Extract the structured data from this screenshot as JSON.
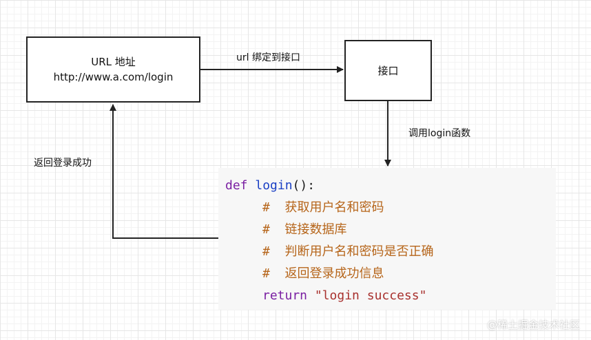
{
  "nodes": {
    "url_box": {
      "line1": "URL 地址",
      "line2": "http://www.a.com/login"
    },
    "api_box": {
      "label": "接口"
    }
  },
  "edges": {
    "bind": "url 绑定到接口",
    "call": "调用login函数",
    "return": "返回登录成功"
  },
  "code": {
    "def_keyword": "def",
    "func_name": "login",
    "signature_tail": "():",
    "comments": [
      "#  获取用户名和密码",
      "#  链接数据库",
      "#  判断用户名和密码是否正确",
      "#  返回登录成功信息"
    ],
    "return_keyword": "return",
    "return_value": "\"login success\""
  },
  "watermark": "@稀土掘金技术社区"
}
